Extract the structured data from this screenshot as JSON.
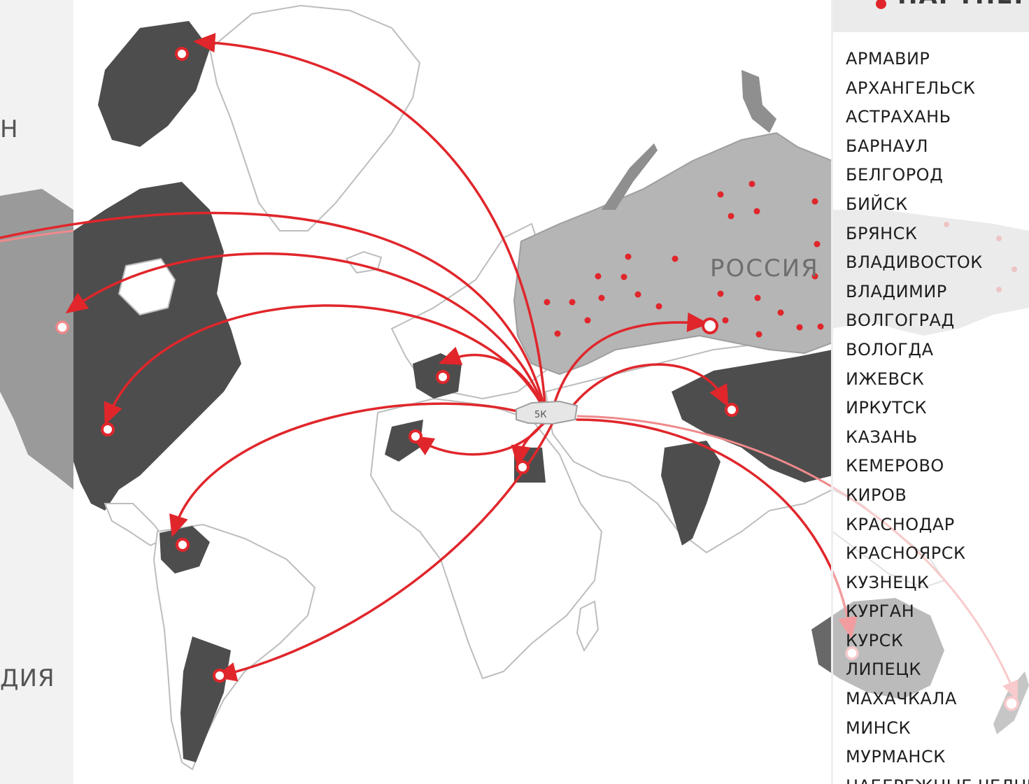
{
  "map": {
    "russia_label": "РОССИЯ",
    "hub_label": "5К",
    "colors": {
      "accent": "#e0262b",
      "partner_country": "#4d4d4d",
      "russia_fill": "#b5b5b5",
      "land_outline": "#bdbdbd",
      "background": "#ffffff"
    }
  },
  "left_panel": {
    "label_top": "Н",
    "label_bottom": "ДИЯ"
  },
  "partners_panel": {
    "title": "ПАРТНЕРЫ",
    "cities": [
      "АРМАВИР",
      "АРХАНГЕЛЬСК",
      "АСТРАХАНЬ",
      "БАРНАУЛ",
      "БЕЛГОРОД",
      "БИЙСК",
      "БРЯНСК",
      "ВЛАДИВОСТОК",
      "ВЛАДИМИР",
      "ВОЛГОГРАД",
      "ВОЛОГДА",
      "ИЖЕВСК",
      "ИРКУТСК",
      "КАЗАНЬ",
      "КЕМЕРОВО",
      "КИРОВ",
      "КРАСНОДАР",
      "КРАСНОЯРСК",
      "КУЗНЕЦК",
      "КУРГАН",
      "КУРСК",
      "ЛИПЕЦК",
      "МАХАЧКАЛА",
      "МИНСК",
      "МУРМАНСК",
      "НАБЕРЕЖНЫЕ ЧЕЛНЫ"
    ]
  }
}
